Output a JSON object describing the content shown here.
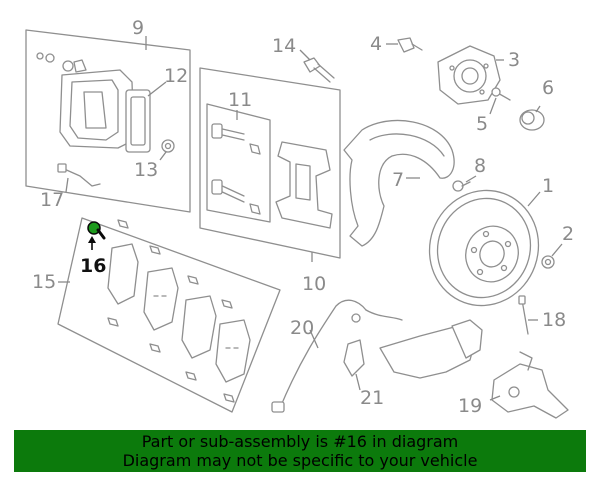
{
  "diagram": {
    "highlighted_part": "16",
    "callouts": {
      "c1": "1",
      "c2": "2",
      "c3": "3",
      "c4": "4",
      "c5": "5",
      "c6": "6",
      "c7": "7",
      "c8": "8",
      "c9": "9",
      "c10": "10",
      "c11": "11",
      "c12": "12",
      "c13": "13",
      "c14": "14",
      "c15": "15",
      "c16": "16",
      "c17": "17",
      "c18": "18",
      "c19": "19",
      "c20": "20",
      "c21": "21"
    }
  },
  "banner": {
    "line1": "Part or sub-assembly is #16 in diagram",
    "line2": "Diagram may not be specific to your vehicle",
    "background": "#0c7a0c"
  },
  "colors": {
    "line_art": "#8f8f8f",
    "highlight": "#111111"
  }
}
